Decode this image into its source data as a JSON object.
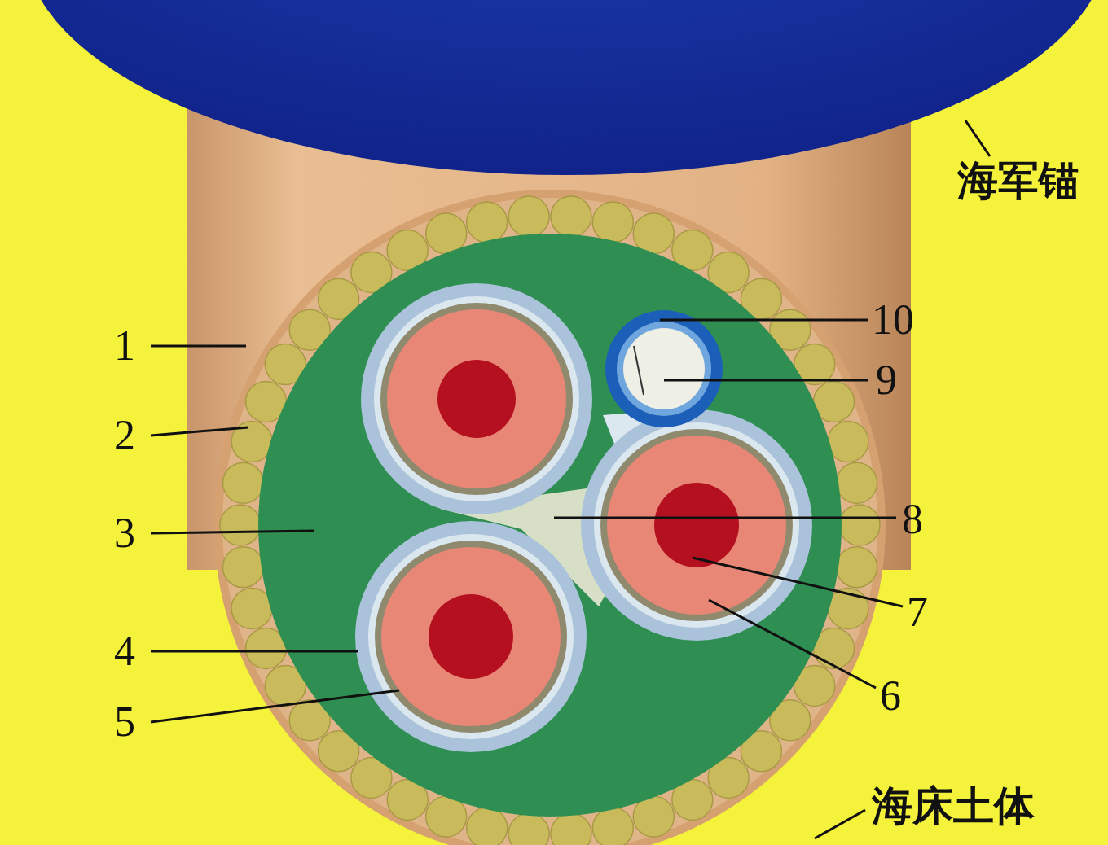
{
  "diagram": {
    "labels": [
      "海军锚",
      "10",
      "1",
      "9",
      "2",
      "8",
      "3",
      "7",
      "4",
      "6",
      "5",
      "海床土体"
    ]
  }
}
